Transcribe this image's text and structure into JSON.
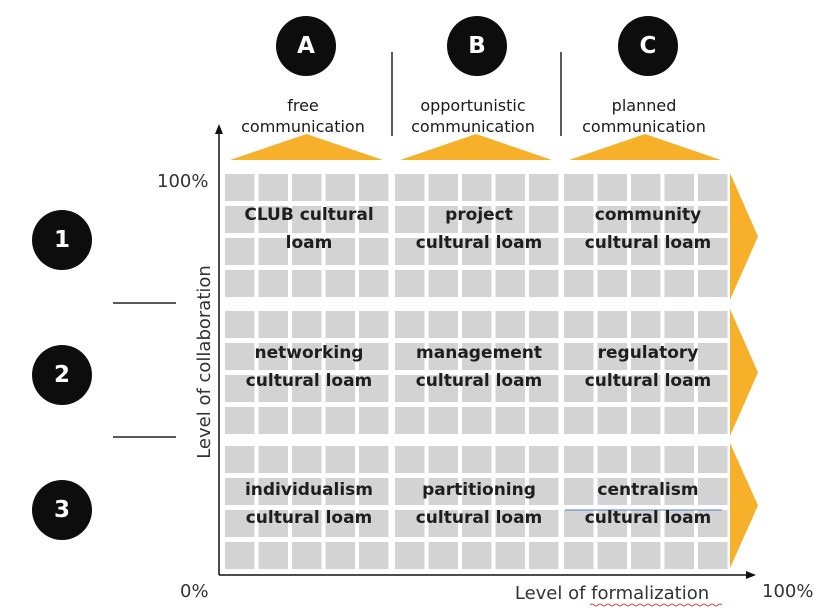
{
  "columns": [
    {
      "id": "A",
      "label_line1": "free",
      "label_line2": "communication"
    },
    {
      "id": "B",
      "label_line1": "opportunistic",
      "label_line2": "communication"
    },
    {
      "id": "C",
      "label_line1": "planned",
      "label_line2": "communication"
    }
  ],
  "rows": [
    {
      "id": "1"
    },
    {
      "id": "2"
    },
    {
      "id": "3"
    }
  ],
  "cells": [
    [
      {
        "line1": "CLUB cultural",
        "line2": "loam"
      },
      {
        "line1": "project",
        "line2": "cultural loam"
      },
      {
        "line1": "community",
        "line2": "cultural loam"
      }
    ],
    [
      {
        "line1": "networking",
        "line2": "cultural loam"
      },
      {
        "line1": "management",
        "line2": "cultural loam"
      },
      {
        "line1": "regulatory",
        "line2": "cultural loam"
      }
    ],
    [
      {
        "line1": "individualism",
        "line2": "cultural loam"
      },
      {
        "line1": "partitioning",
        "line2": "cultural loam"
      },
      {
        "line1": "centralism",
        "line2": "cultural loam"
      }
    ]
  ],
  "axes": {
    "y_label": "Level of collaboration",
    "x_label": "Level of formalization",
    "y_top": "100%",
    "origin": "0%",
    "x_right": "100%"
  },
  "colors": {
    "accent": "#f6b02a",
    "tile": "#d3d3d3",
    "circle": "#0d0d0d"
  }
}
